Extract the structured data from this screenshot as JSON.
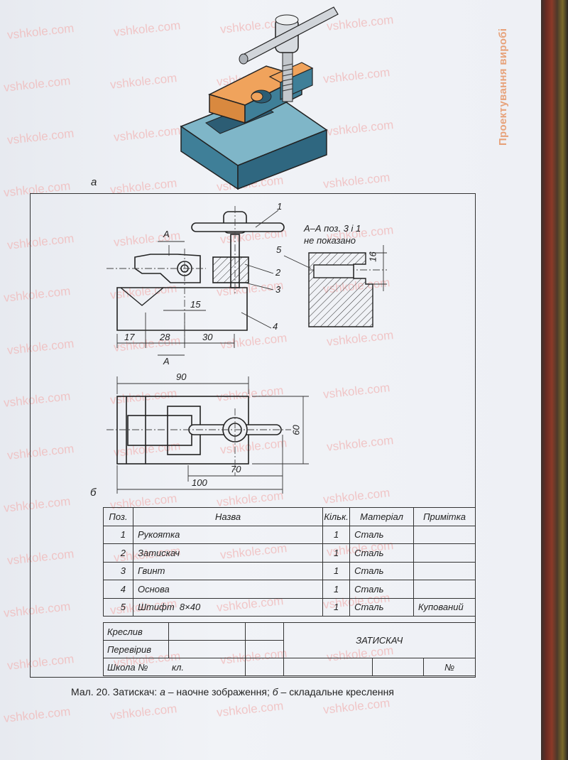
{
  "header": {
    "section_title": "Проектування виробі"
  },
  "watermark": "vshkole.com",
  "labels": {
    "a": "а",
    "b": "б"
  },
  "drawing": {
    "callouts": [
      "1",
      "2",
      "3",
      "4",
      "5"
    ],
    "section_label": "A",
    "section_note_line1": "А–А поз. 3 і 1",
    "section_note_line2": "не показано",
    "dims_front": {
      "d15": "15",
      "d17": "17",
      "d28": "28",
      "d30": "30",
      "d16": "16"
    },
    "dims_top": {
      "d90": "90",
      "d60": "60",
      "d70": "70",
      "d100": "100"
    }
  },
  "table": {
    "headers": {
      "pos": "Поз.",
      "name": "Назва",
      "qty": "Кільк.",
      "material": "Матеріал",
      "note": "Примітка"
    },
    "rows": [
      {
        "pos": "1",
        "name": "Рукоятка",
        "qty": "1",
        "material": "Сталь",
        "note": ""
      },
      {
        "pos": "2",
        "name": "Затискач",
        "qty": "1",
        "material": "Сталь",
        "note": ""
      },
      {
        "pos": "3",
        "name": "Гвинт",
        "qty": "1",
        "material": "Сталь",
        "note": ""
      },
      {
        "pos": "4",
        "name": "Основа",
        "qty": "1",
        "material": "Сталь",
        "note": ""
      },
      {
        "pos": "5",
        "name": "Штифт  8×40",
        "qty": "1",
        "material": "Сталь",
        "note": "Купований"
      }
    ]
  },
  "title_block": {
    "drew": "Креслив",
    "checked": "Перевірив",
    "school": "Школа №",
    "klass": "кл.",
    "number": "№",
    "product": "ЗАТИСКАЧ"
  },
  "caption": {
    "prefix": "Мал. 20. Затискач: ",
    "a": "а",
    "a_text": " – наочне зображення; ",
    "b": "б",
    "b_text": " – складальне креслення"
  },
  "colors": {
    "base_blue": "#4f8fa8",
    "clamp_orange": "#e8a05a",
    "watermark": "#f1b7b7"
  }
}
